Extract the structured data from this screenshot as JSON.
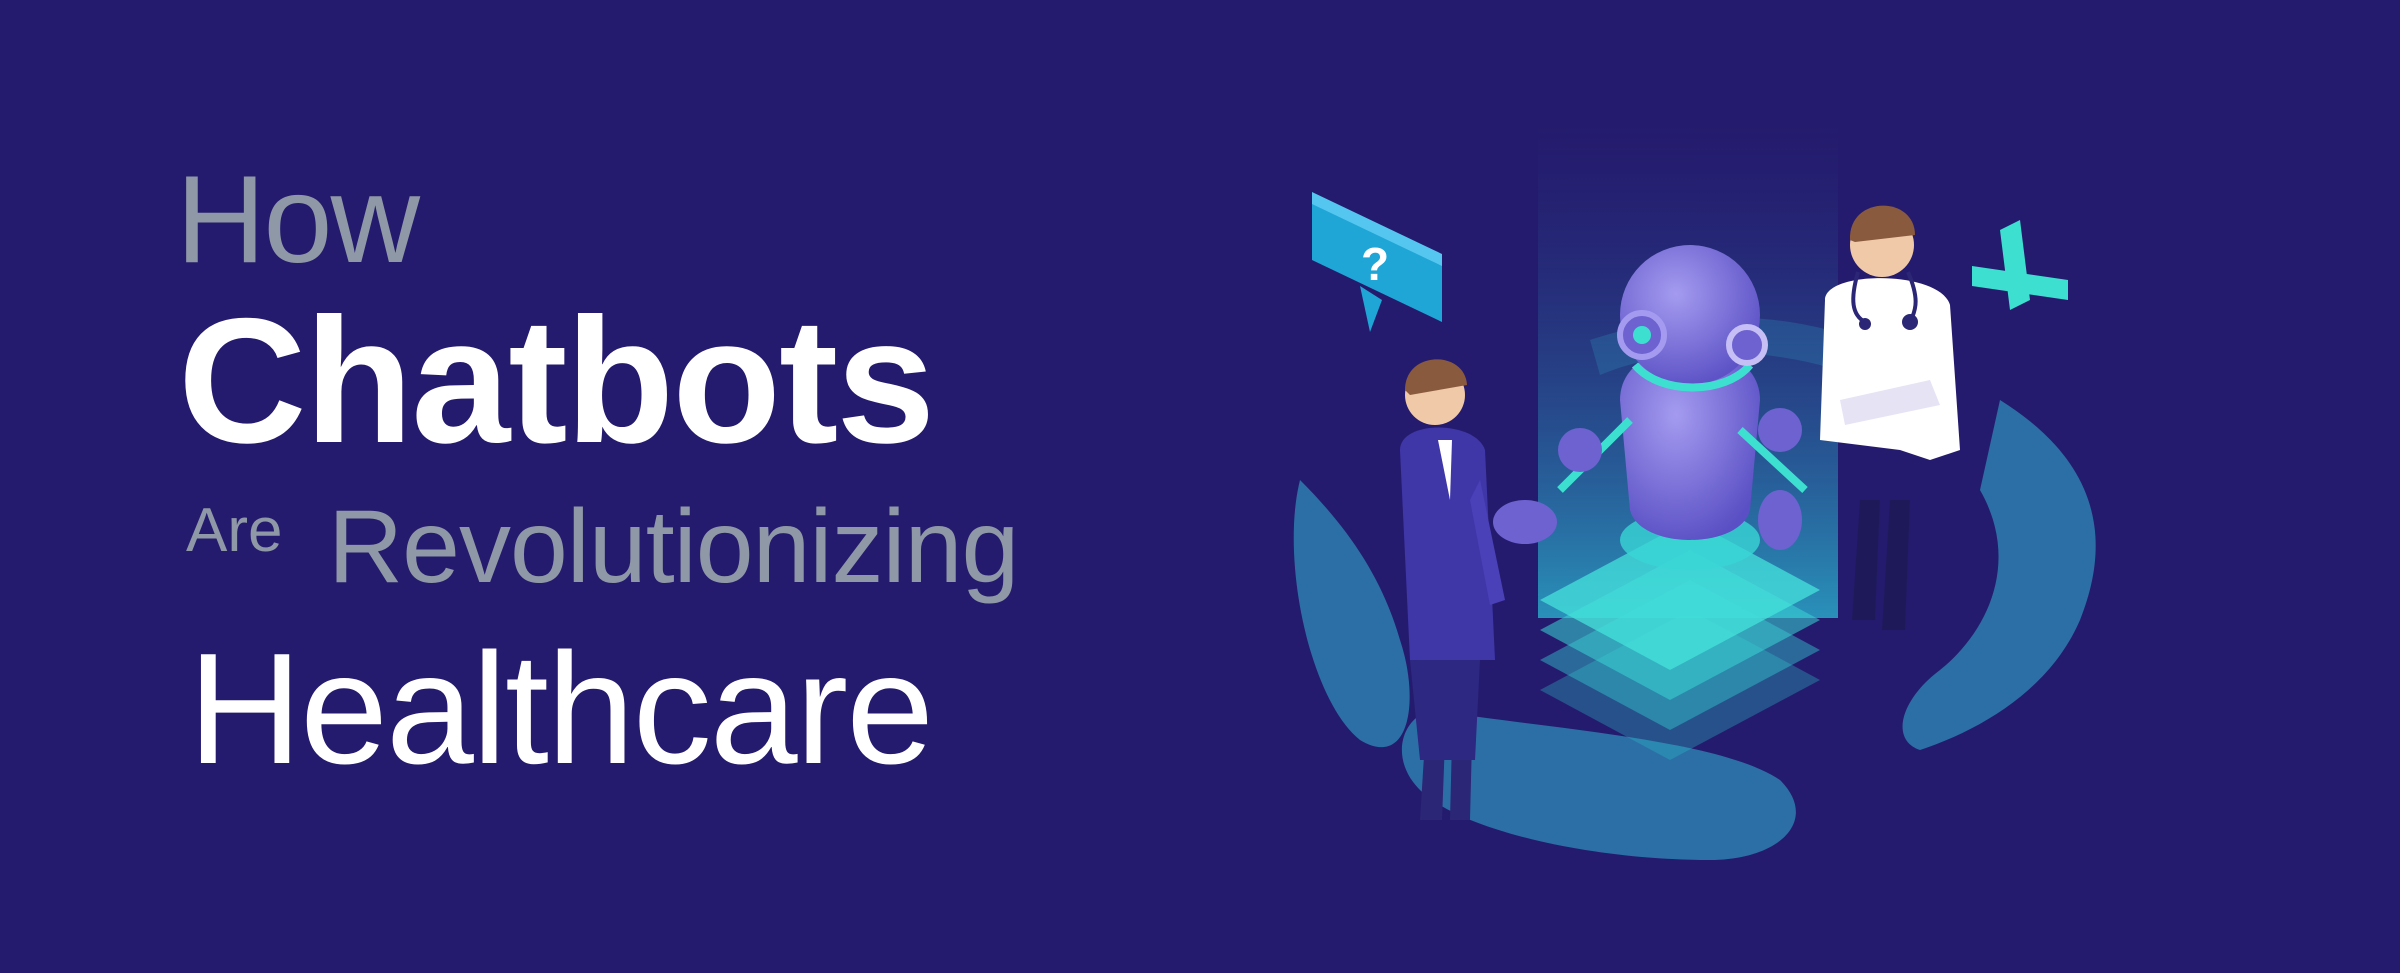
{
  "headline": {
    "line1": "How",
    "line2": "Chatbots",
    "line3a": "Are",
    "line3b": "Revolutionizing",
    "line4": "Healthcare"
  },
  "illustration": {
    "question_glyph": "?",
    "icons": [
      "question-bubble-icon",
      "medical-cross-icon",
      "robot-icon",
      "stethoscope-icon"
    ]
  },
  "colors": {
    "background": "#251b6e",
    "headline_white": "#ffffff",
    "headline_gray": "#8f98a6",
    "accent_teal": "#3de0d0",
    "accent_blue": "#1fa6d6",
    "robot_purple": "#7a6fd8"
  }
}
